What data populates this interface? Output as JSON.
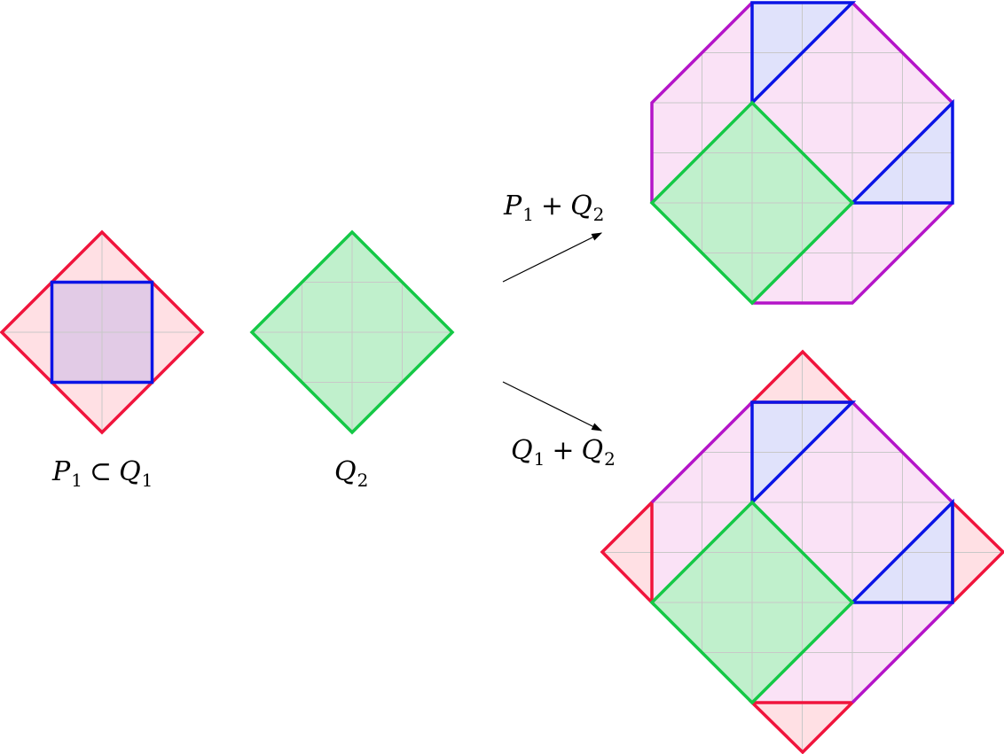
{
  "colors": {
    "red": "#f0143c",
    "red_fill": "#ffe0e4",
    "blue": "#0a14e6",
    "blue_fill": "#e0e2fb",
    "green": "#14c846",
    "green_fill": "#c0f0cc",
    "magenta": "#b414c8",
    "magenta_fill": "#fae2f6",
    "purple_fill": "#e2cbe6",
    "grid": "#c8c8c8"
  },
  "labels": {
    "left": {
      "a": "P",
      "a_sub": "1",
      "op": "⊂",
      "b": "Q",
      "b_sub": "1"
    },
    "middle": {
      "a": "Q",
      "a_sub": "2"
    },
    "top_arrow": {
      "a": "P",
      "a_sub": "1",
      "op": "+",
      "b": "Q",
      "b_sub": "2"
    },
    "bottom_arrow": {
      "a": "Q",
      "a_sub": "1",
      "op": "+",
      "b": "Q",
      "b_sub": "2"
    }
  }
}
